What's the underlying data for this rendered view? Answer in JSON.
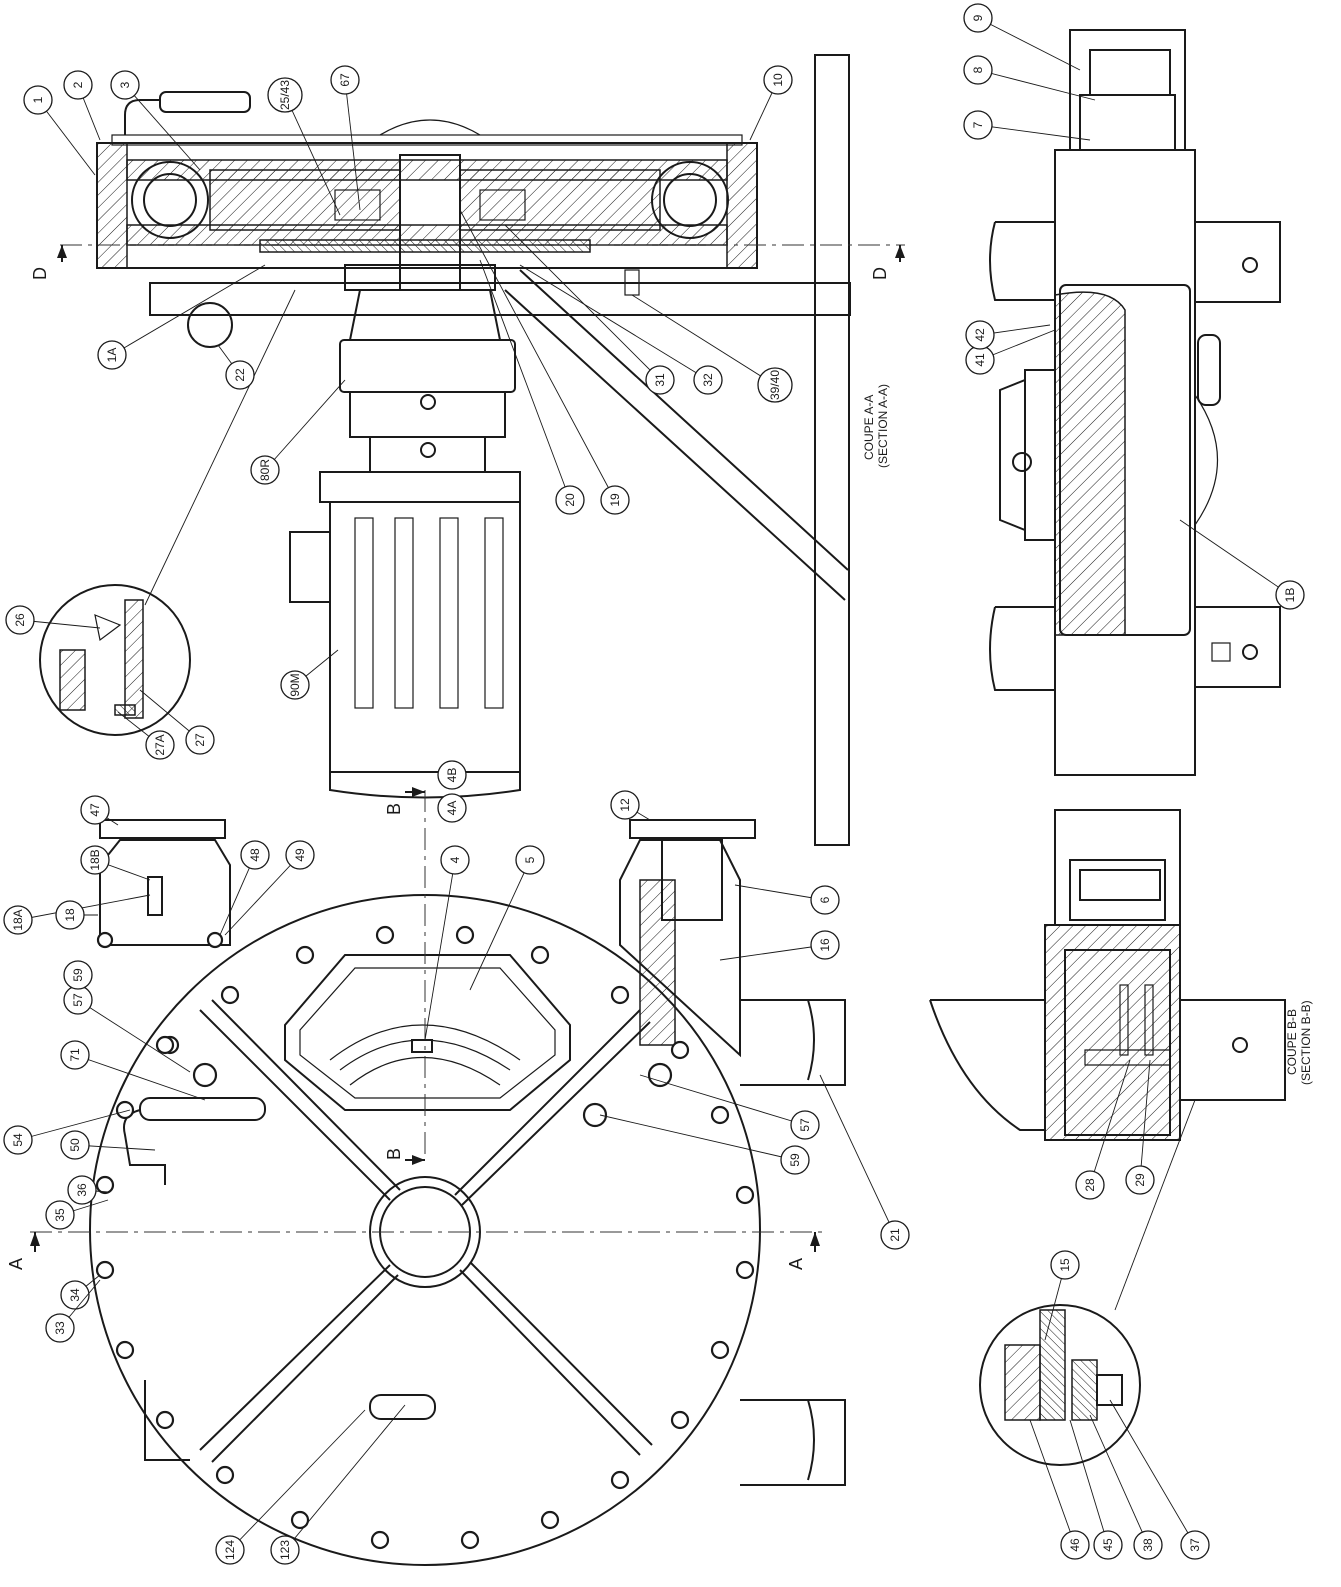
{
  "section_marks": {
    "A": "A",
    "B": "B",
    "D": "D"
  },
  "captions": {
    "section_aa_line1": "COUPE A-A",
    "section_aa_line2": "(SECTION A-A)",
    "section_bb_line1": "COUPE B-B",
    "section_bb_line2": "(SECTION B-B)"
  },
  "callouts": [
    {
      "id": "c1",
      "text": "1"
    },
    {
      "id": "c2",
      "text": "2"
    },
    {
      "id": "c3",
      "text": "3"
    },
    {
      "id": "c25_43",
      "text": "25/43"
    },
    {
      "id": "c67",
      "text": "67"
    },
    {
      "id": "c10",
      "text": "10"
    },
    {
      "id": "c1A",
      "text": "1A"
    },
    {
      "id": "c22",
      "text": "22"
    },
    {
      "id": "c80R",
      "text": "80R"
    },
    {
      "id": "c20",
      "text": "20"
    },
    {
      "id": "c19",
      "text": "19"
    },
    {
      "id": "c31",
      "text": "31"
    },
    {
      "id": "c32",
      "text": "32"
    },
    {
      "id": "c39_40",
      "text": "39/40"
    },
    {
      "id": "c26",
      "text": "26"
    },
    {
      "id": "c27",
      "text": "27"
    },
    {
      "id": "c27A",
      "text": "27A"
    },
    {
      "id": "c90M",
      "text": "90M"
    },
    {
      "id": "c9",
      "text": "9"
    },
    {
      "id": "c8",
      "text": "8"
    },
    {
      "id": "c7",
      "text": "7"
    },
    {
      "id": "c41",
      "text": "41"
    },
    {
      "id": "c42",
      "text": "42"
    },
    {
      "id": "c1B",
      "text": "1B"
    },
    {
      "id": "c47",
      "text": "47"
    },
    {
      "id": "c18B",
      "text": "18B"
    },
    {
      "id": "c18A",
      "text": "18A"
    },
    {
      "id": "c18",
      "text": "18"
    },
    {
      "id": "c48",
      "text": "48"
    },
    {
      "id": "c49",
      "text": "49"
    },
    {
      "id": "c4",
      "text": "4"
    },
    {
      "id": "c4A",
      "text": "4A"
    },
    {
      "id": "c4B",
      "text": "4B"
    },
    {
      "id": "c5",
      "text": "5"
    },
    {
      "id": "c12",
      "text": "12"
    },
    {
      "id": "c6",
      "text": "6"
    },
    {
      "id": "c16",
      "text": "16"
    },
    {
      "id": "c57a",
      "text": "57"
    },
    {
      "id": "c59a",
      "text": "59"
    },
    {
      "id": "c71",
      "text": "71"
    },
    {
      "id": "c54",
      "text": "54"
    },
    {
      "id": "c50",
      "text": "50"
    },
    {
      "id": "c36",
      "text": "36"
    },
    {
      "id": "c35",
      "text": "35"
    },
    {
      "id": "c34",
      "text": "34"
    },
    {
      "id": "c33",
      "text": "33"
    },
    {
      "id": "c57b",
      "text": "57"
    },
    {
      "id": "c59b",
      "text": "59"
    },
    {
      "id": "c21",
      "text": "21"
    },
    {
      "id": "c124",
      "text": "124"
    },
    {
      "id": "c123",
      "text": "123"
    },
    {
      "id": "c28",
      "text": "28"
    },
    {
      "id": "c29",
      "text": "29"
    },
    {
      "id": "c15",
      "text": "15"
    },
    {
      "id": "c46",
      "text": "46"
    },
    {
      "id": "c45",
      "text": "45"
    },
    {
      "id": "c38",
      "text": "38"
    },
    {
      "id": "c37",
      "text": "37"
    }
  ]
}
